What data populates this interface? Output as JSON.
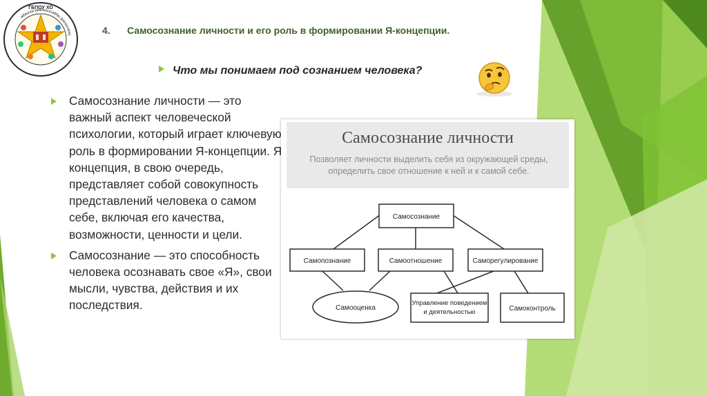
{
  "heading": {
    "number": "4.",
    "text": "Самосознание личности и его роль в формировании Я-концепции."
  },
  "question": "Что мы понимаем под сознанием человека?",
  "logo": {
    "text_top": "ГБПОУ ХО",
    "text_ring": "Херсонский педагогический колледж"
  },
  "bullets": [
    "Самосознание личности — это важный аспект человеческой психологии, который играет ключевую роль в формировании Я-концепции. Я-концепция, в свою очередь, представляет собой совокупность представлений человека о самом себе, включая его качества, возможности, ценности и цели.",
    "Самосознание — это способность человека осознавать свое «Я», свои мысли, чувства, действия и их последствия."
  ],
  "figure": {
    "title": "Самосознание личности",
    "description": "Позволяет личности выделить себя из окружающей среды, определить свое отношение к ней и к самой себе.",
    "nodes": {
      "root": "Самосознание",
      "self_knowledge": "Самопознание",
      "self_attitude": "Самоотношение",
      "self_regulation": "Саморегулирование",
      "self_esteem": "Самооценка",
      "behavior_control": [
        "Управление поведением",
        "и деятельностью"
      ],
      "self_control": "Самоконтроль"
    }
  },
  "colors": {
    "accent": "#8cc63f",
    "dark_green": "#4e8a1d",
    "heading": "#3f5f2e"
  },
  "icons": {
    "bullet": "triangle-right-icon",
    "emoji": "thinking-face-icon"
  }
}
